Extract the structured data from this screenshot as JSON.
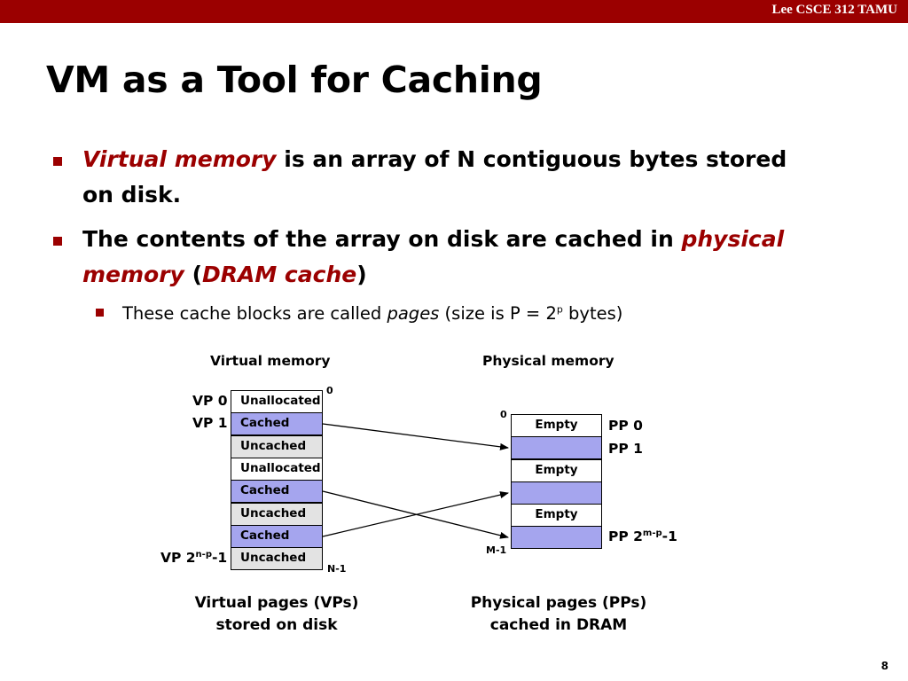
{
  "header": {
    "credit": "Lee CSCE 312 TAMU"
  },
  "title": "VM as a Tool for Caching",
  "bullets": {
    "b1_red": "Virtual memory",
    "b1_rest": " is an array of N contiguous bytes stored",
    "b1_line2": "on disk.",
    "b2_text": "The contents of the array on disk are cached in ",
    "b2_red1": "physical",
    "b2_red2": "memory",
    "b2_open": " (",
    "b2_red3": "DRAM cache",
    "b2_close": ")",
    "sub_a": "These cache blocks are called ",
    "sub_em": "pages",
    "sub_b": " (size is P = 2",
    "sub_sup": "p",
    "sub_c": " bytes)"
  },
  "diagram": {
    "virtual_heading": "Virtual memory",
    "physical_heading": "Physical memory",
    "vp0": "VP 0",
    "vp1": "VP 1",
    "vp_last_a": "VP 2",
    "vp_last_sup": "n-p",
    "vp_last_b": "-1",
    "v_zero": "0",
    "v_end": "N-1",
    "virtual_pages": [
      "Unallocated",
      "Cached",
      "Uncached",
      "Unallocated",
      "Cached",
      "Uncached",
      "Cached",
      "Uncached"
    ],
    "p_zero": "0",
    "p_end": "M-1",
    "physical_pages": [
      "Empty",
      "",
      "Empty",
      "",
      "Empty",
      ""
    ],
    "pp0": "PP 0",
    "pp1": "PP 1",
    "pp_last_a": "PP 2",
    "pp_last_sup": "m-p",
    "pp_last_b": "-1",
    "caption_left_1": "Virtual pages (VPs)",
    "caption_left_2": "stored on disk",
    "caption_right_1": "Physical pages (PPs)",
    "caption_right_2": "cached in DRAM",
    "colors": {
      "cached": "#a5a5ee",
      "uncached": "#e3e3e3",
      "unallocated": "#ffffff",
      "accent": "#9b0000"
    }
  },
  "page_number": "8"
}
